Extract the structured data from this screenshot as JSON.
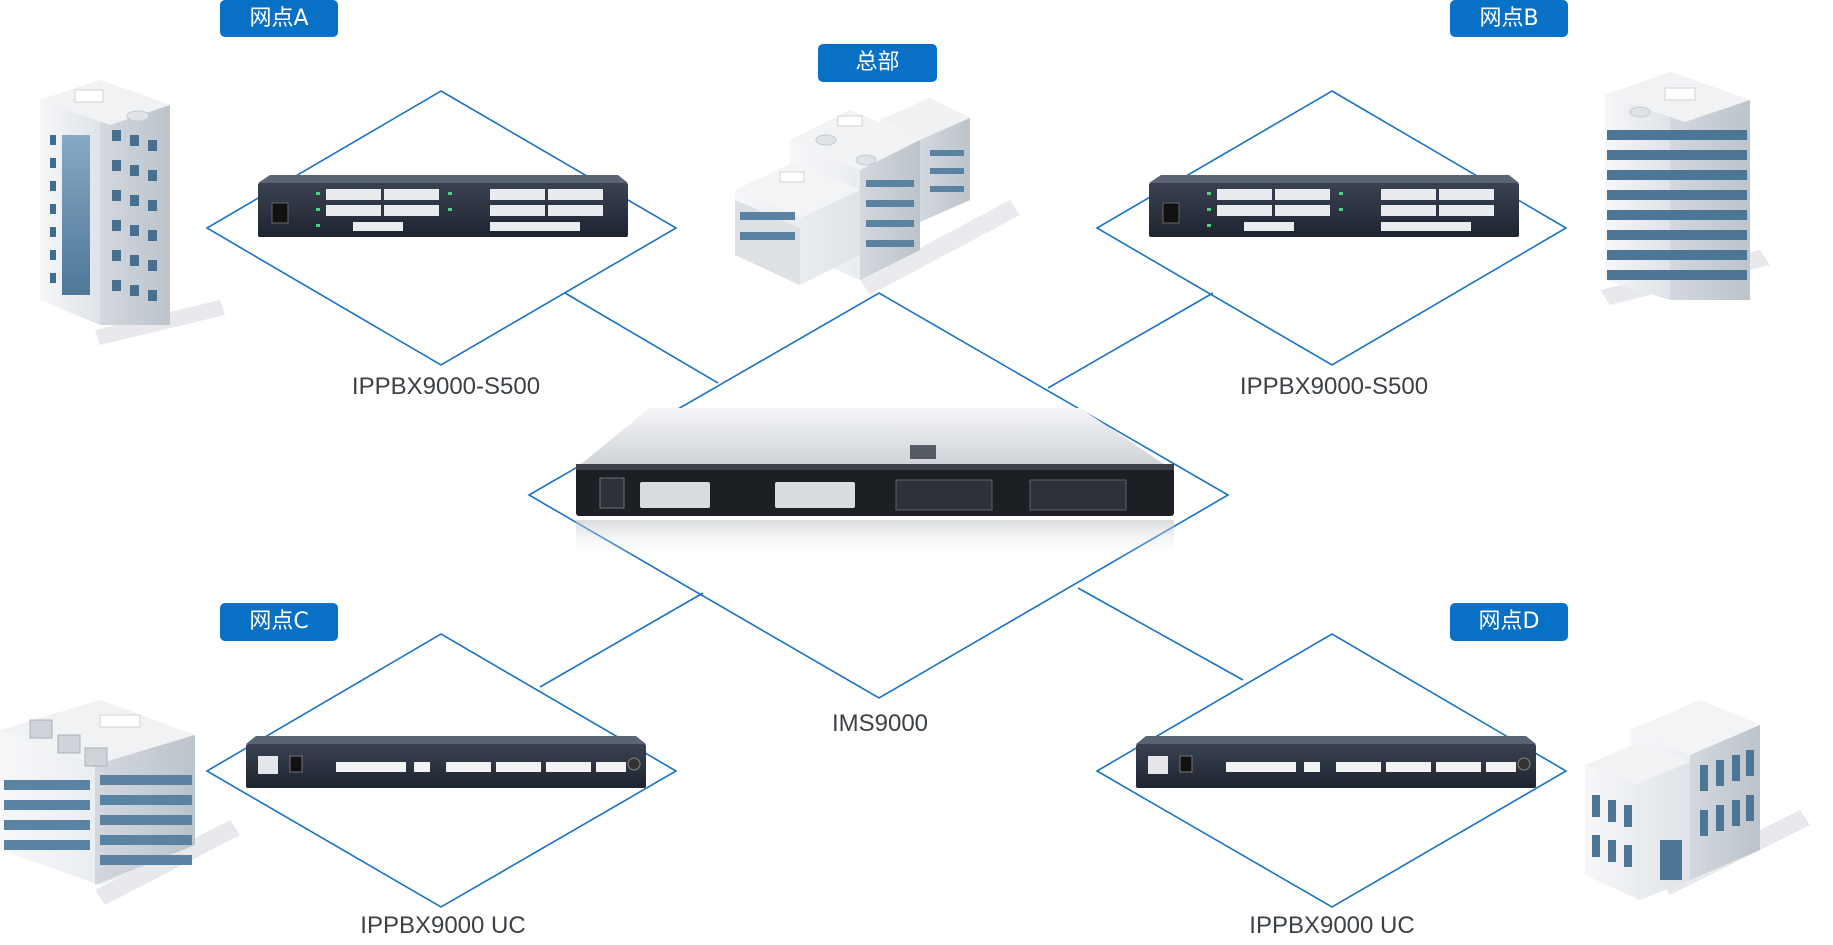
{
  "diagram": {
    "hq_badge": "总部",
    "center_device": "IMS9000",
    "branches": [
      {
        "badge": "网点A",
        "device": "IPPBX9000-S500"
      },
      {
        "badge": "网点B",
        "device": "IPPBX9000-S500"
      },
      {
        "badge": "网点C",
        "device": "IPPBX9000 UC"
      },
      {
        "badge": "网点D",
        "device": "IPPBX9000 UC"
      }
    ],
    "colors": {
      "accent": "#0870c5",
      "link_line": "#1a73c4",
      "label_text": "#3c4148"
    },
    "icons": [
      "building-icon",
      "rack-gateway-icon",
      "desktop-gateway-icon",
      "server-icon"
    ]
  }
}
